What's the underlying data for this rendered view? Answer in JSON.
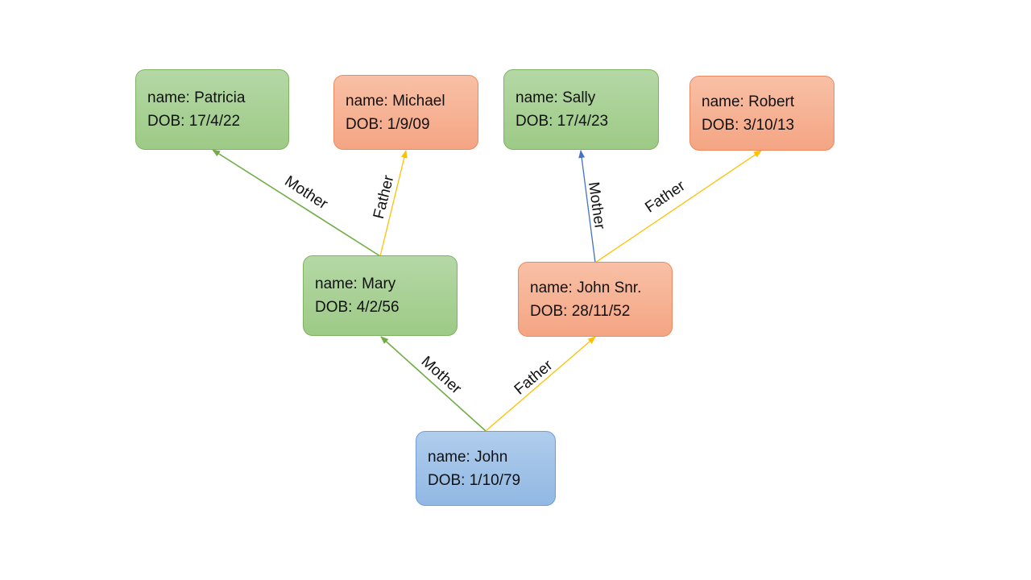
{
  "nodes": {
    "patricia": {
      "name": "name: Patricia",
      "dob": "DOB: 17/4/22"
    },
    "michael": {
      "name": "name: Michael",
      "dob": "DOB: 1/9/09"
    },
    "sally": {
      "name": "name: Sally",
      "dob": "DOB: 17/4/23"
    },
    "robert": {
      "name": "name: Robert",
      "dob": "DOB: 3/10/13"
    },
    "mary": {
      "name": "name: Mary",
      "dob": "DOB: 4/2/56"
    },
    "john_snr": {
      "name": "name: John Snr.",
      "dob": "DOB: 28/11/52"
    },
    "john": {
      "name": "name: John",
      "dob": "DOB: 1/10/79"
    }
  },
  "edges": {
    "john_mother": "Mother",
    "john_father": "Father",
    "mary_mother": "Mother",
    "mary_father": "Father",
    "john_snr_mother": "Mother",
    "john_snr_father": "Father"
  },
  "colors": {
    "mother_edge": "#70ad47",
    "father_edge": "#ffc000",
    "paternal_mother_edge": "#4472c4",
    "female_node": "#a9d18e",
    "male_node": "#f4b183",
    "root_node": "#9dc3e6"
  }
}
